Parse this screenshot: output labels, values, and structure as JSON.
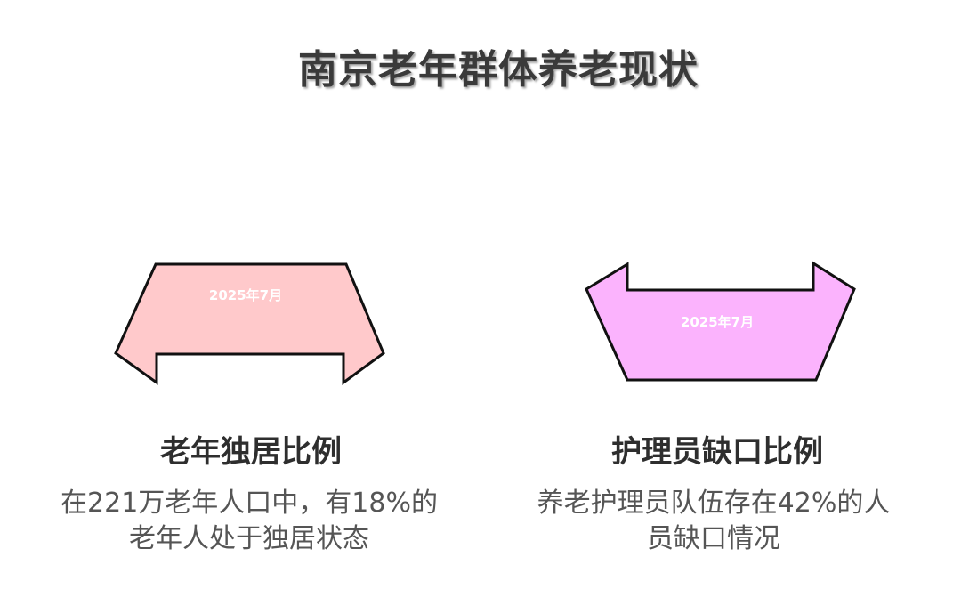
{
  "title": "南京老年群体养老现状",
  "cards": [
    {
      "shape_label": "2025年7月",
      "heading": "老年独居比例",
      "description_lines": [
        "在221万老年人口中，有18%的",
        "老年人处于独居状态"
      ],
      "fill_color": "#ffc9cb"
    },
    {
      "shape_label": "2025年7月",
      "heading": "护理员缺口比例",
      "description_lines": [
        "养老护理员队伍存在42%的人",
        "员缺口情况"
      ],
      "fill_color": "#fbb3fd"
    }
  ],
  "colors": {
    "stroke": "#111111",
    "shape_text": "#ffffff",
    "heading_text": "#2e2e2e",
    "description_text": "#555555"
  }
}
